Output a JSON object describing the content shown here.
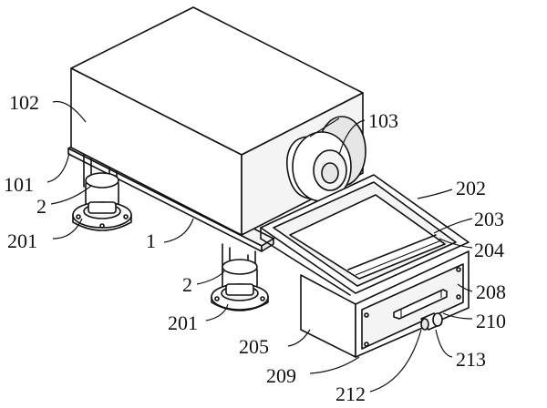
{
  "labels": {
    "l102": "102",
    "l101": "101",
    "l2a": "2",
    "l201a": "201",
    "l1": "1",
    "l103": "103",
    "l202": "202",
    "l203": "203",
    "l204": "204",
    "l208": "208",
    "l2b": "2",
    "l201b": "201",
    "l210": "210",
    "l205": "205",
    "l213": "213",
    "l209": "209",
    "l212": "212"
  }
}
